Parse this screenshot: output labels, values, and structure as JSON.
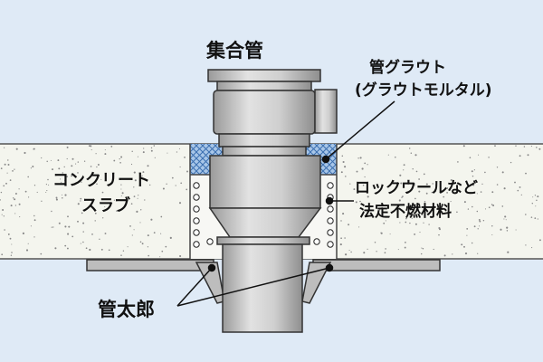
{
  "labels": {
    "title": "集合管",
    "grout_line1": "管グラウト",
    "grout_line2": "(グラウトモルタル)",
    "slab_line1": "コンクリート",
    "slab_line2": "スラブ",
    "rockwool_line1": "ロックウールなど",
    "rockwool_line2": "法定不燃材料",
    "kantaro": "管太郎"
  },
  "colors": {
    "background": "#dfeaf6",
    "concrete": "#f4f5ee",
    "grout": "#a8c6e8",
    "pipe_metal": "#c2c2c2",
    "leader": "#111111"
  }
}
